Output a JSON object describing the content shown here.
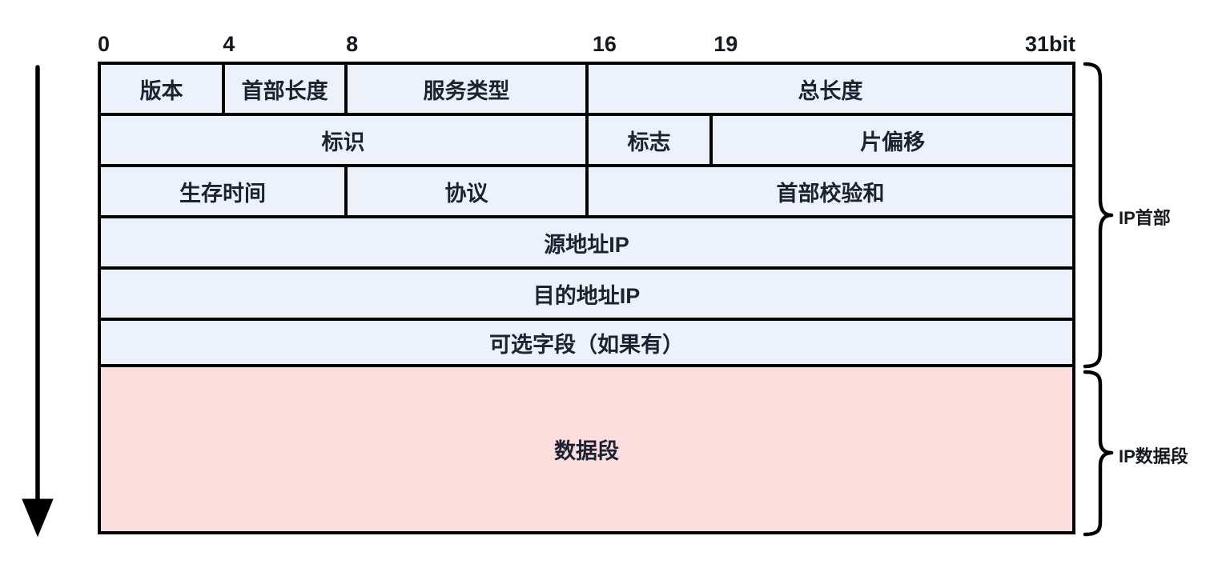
{
  "colors": {
    "header_cell_bg": "#edf1fa",
    "data_cell_bg": "#fcdede",
    "border_color": "#000000",
    "text_color": "#1b2330"
  },
  "bit_scale": {
    "labels": [
      "0",
      "4",
      "8",
      "16",
      "19",
      "31bit"
    ]
  },
  "packet_table": {
    "rows": [
      {
        "cells": [
          {
            "label": "版本"
          },
          {
            "label": "首部长度"
          },
          {
            "label": "服务类型"
          },
          {
            "label": "总长度"
          }
        ]
      },
      {
        "cells": [
          {
            "label": "标识"
          },
          {
            "label": "标志"
          },
          {
            "label": "片偏移"
          }
        ]
      },
      {
        "cells": [
          {
            "label": "生存时间"
          },
          {
            "label": "协议"
          },
          {
            "label": "首部校验和"
          }
        ]
      },
      {
        "cells": [
          {
            "label": "源地址IP"
          }
        ]
      },
      {
        "cells": [
          {
            "label": "目的地址IP"
          }
        ]
      },
      {
        "cells": [
          {
            "label": "可选字段（如果有）"
          }
        ]
      },
      {
        "cells": [
          {
            "label": "数据段"
          }
        ]
      }
    ]
  },
  "annotations": {
    "header_brace_label": "IP首部",
    "data_brace_label": "IP数据段"
  }
}
